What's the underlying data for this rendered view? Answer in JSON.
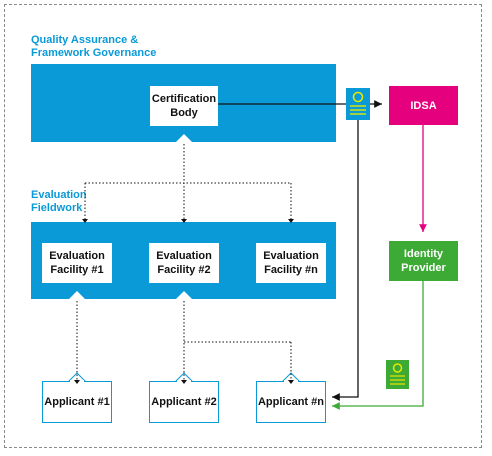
{
  "labels": {
    "qa_line1": "Quality Assurance &",
    "qa_line2": "Framework Governance",
    "eval_line1": "Evaluation",
    "eval_line2": "Fieldwork"
  },
  "nodes": {
    "certification_body": "Certification\nBody",
    "idsa": "IDSA",
    "identity_provider": "Identity\nProvider",
    "facility_1": "Evaluation\nFacility #1",
    "facility_2": "Evaluation\nFacility #2",
    "facility_n": "Evaluation\nFacility #n",
    "applicant_1": "Applicant #1",
    "applicant_2": "Applicant #2",
    "applicant_n": "Applicant #n"
  },
  "colors": {
    "blue": "#0a9ad8",
    "magenta": "#e5007d",
    "green": "#3daa35",
    "yellow": "#e6e600"
  },
  "icons": [
    "certificate-icon",
    "certificate-document-icon"
  ]
}
